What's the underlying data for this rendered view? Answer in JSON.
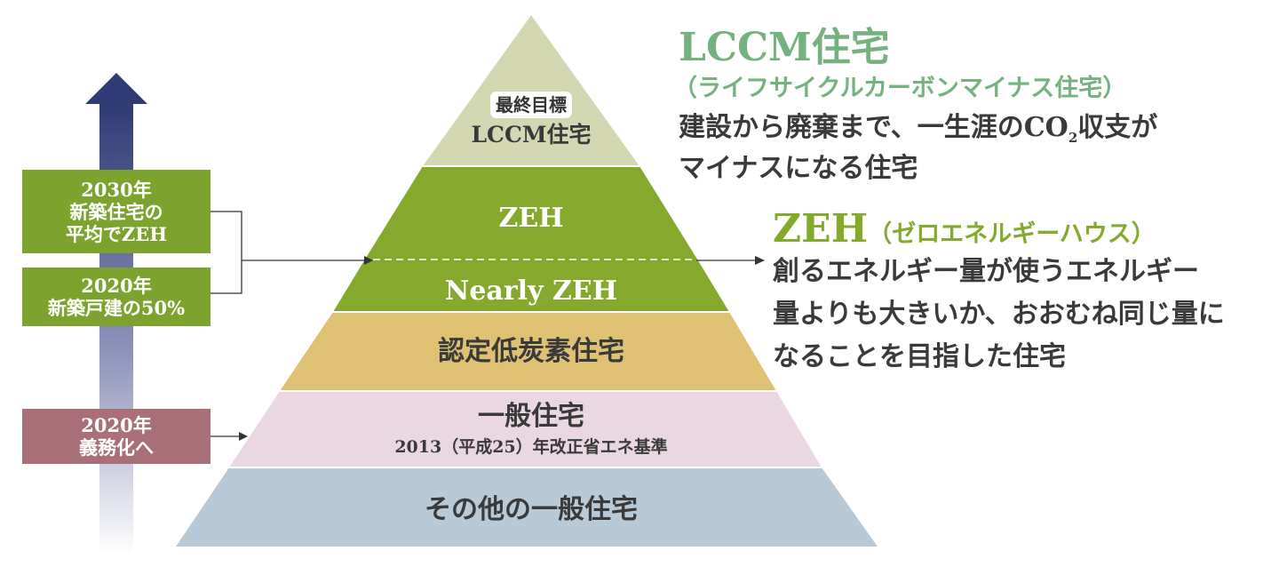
{
  "colors": {
    "arrow_top": "#2e3b74",
    "tier_lccm": "#d3d8b2",
    "tier_zeh": "#84a92d",
    "tier_nearly_zeh": "#84a92d",
    "tier_low_carbon": "#dfc174",
    "tier_general": "#ead7e2",
    "tier_other": "#b8c9d8",
    "box_green": "#7da32f",
    "box_rose": "#a9707a",
    "accent_lccm": "#74b27f",
    "accent_zeh": "#84a92d"
  },
  "left": {
    "box_2030": [
      "2030年",
      "新築住宅の",
      "平均でZEH"
    ],
    "box_2020": [
      "2020年",
      "新築戸建の50%"
    ],
    "box_mandate": [
      "2020年",
      "義務化へ"
    ]
  },
  "pyramid": {
    "lccm_badge": "最終目標",
    "lccm_label": "LCCM住宅",
    "zeh_label": "ZEH",
    "nearly_zeh_label": "Nearly ZEH",
    "low_carbon_label": "認定低炭素住宅",
    "general_label": "一般住宅",
    "general_sub": "2013（平成25）年改正省エネ基準",
    "other_label": "その他の一般住宅"
  },
  "right": {
    "lccm_title": "LCCM住宅",
    "lccm_subtitle": "（ライフサイクルカーボンマイナス住宅）",
    "lccm_desc_line1_a": "建設から廃棄まで、一生涯のCO",
    "lccm_desc_line1_sub": "2",
    "lccm_desc_line1_b": "収支が",
    "lccm_desc_line2": "マイナスになる住宅",
    "zeh_title": "ZEH",
    "zeh_subtitle": "（ゼロエネルギーハウス）",
    "zeh_desc_line1": "創るエネルギー量が使うエネルギー",
    "zeh_desc_line2": "量よりも大きいか、おおむね同じ量に",
    "zeh_desc_line3": "なることを目指した住宅"
  }
}
